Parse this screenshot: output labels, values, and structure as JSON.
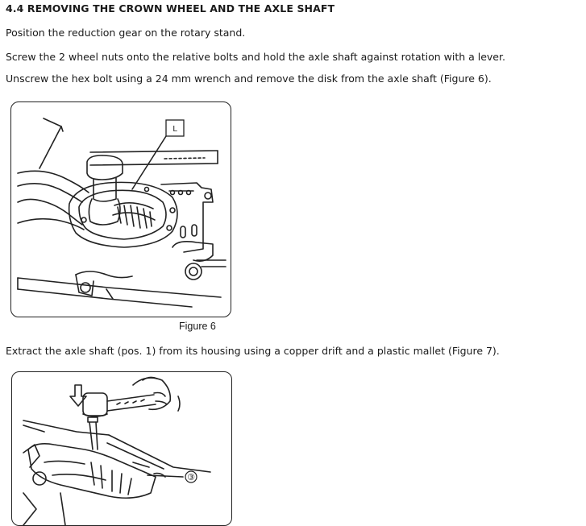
{
  "section": {
    "heading": "4.4 REMOVING THE CROWN WHEEL AND THE AXLE SHAFT"
  },
  "paragraphs": {
    "p1": "Position the reduction gear on the rotary stand.",
    "p2": "Screw the 2 wheel nuts onto the relative bolts and hold the axle shaft against rotation with a lever.",
    "p3": "Unscrew the hex bolt using a 24 mm wrench and remove the disk from the axle shaft (Figure 6).",
    "p4": "Extract the axle shaft (pos. 1) from its housing using a copper drift and a plastic mallet (Figure 7)."
  },
  "figure6": {
    "caption": "Figure 6",
    "callout_label": "L"
  },
  "figure7": {
    "callout_label": "③"
  }
}
